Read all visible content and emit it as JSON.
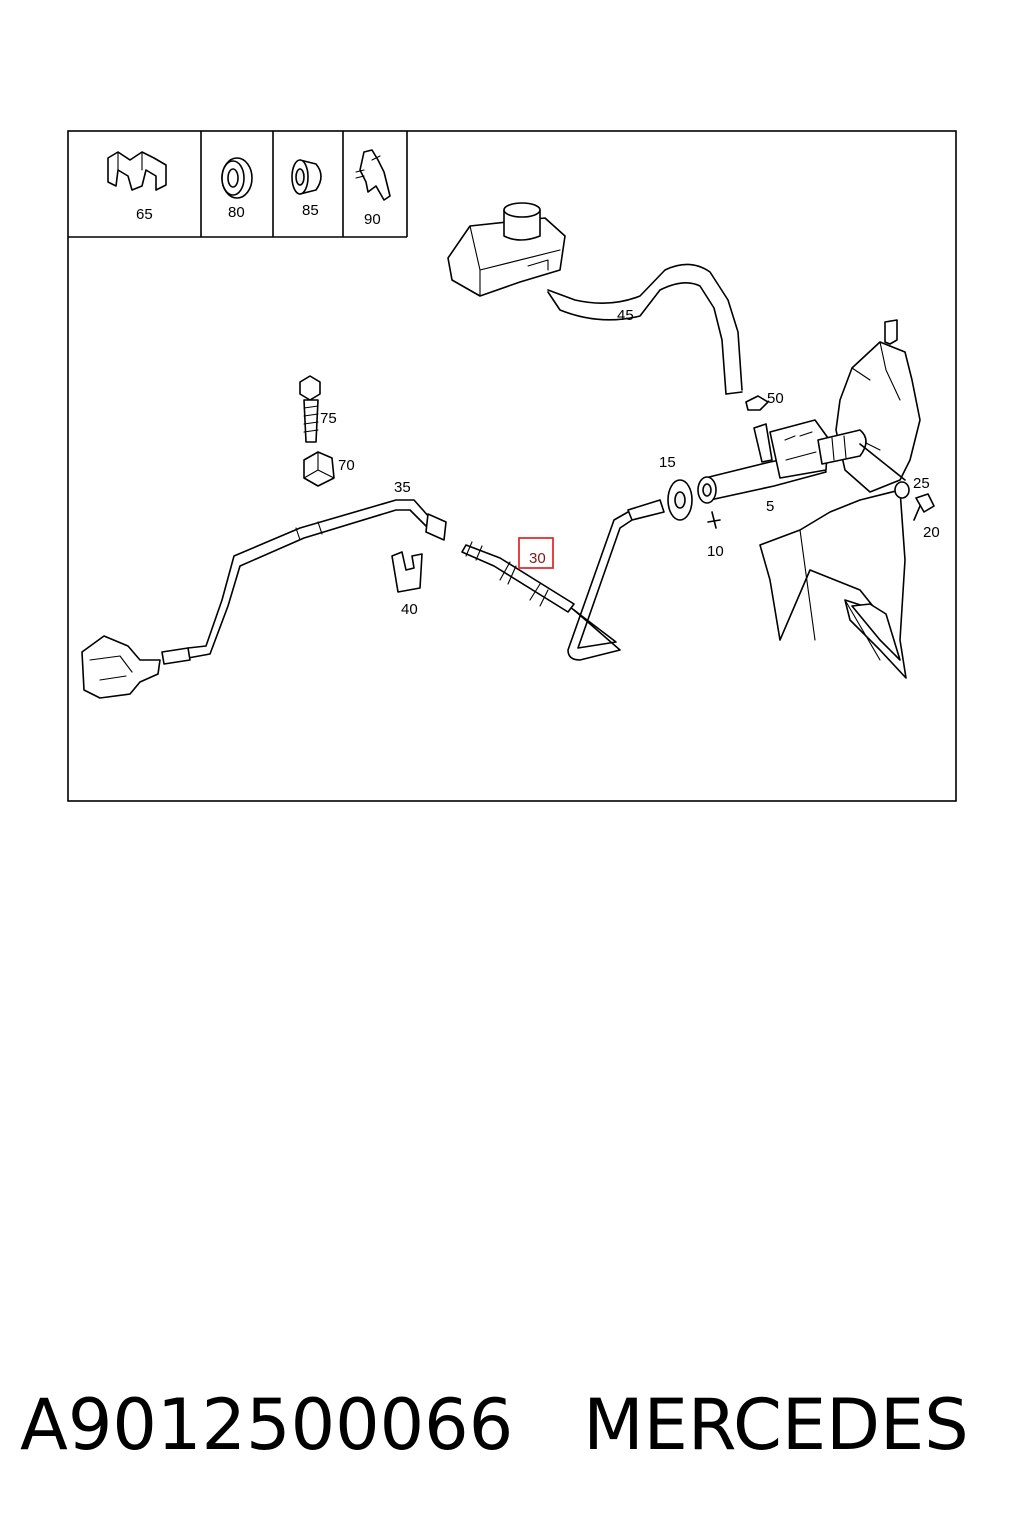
{
  "diagram": {
    "inset_labels": [
      "65",
      "80",
      "85",
      "90"
    ],
    "callouts": {
      "c45": "45",
      "c50": "50",
      "c75": "75",
      "c70": "70",
      "c35": "35",
      "c15": "15",
      "c25": "25",
      "c5": "5",
      "c20": "20",
      "c10": "10",
      "c30": "30",
      "c40": "40"
    },
    "highlighted_callout": "30",
    "highlight_color": "#e03030"
  },
  "footer": {
    "part_number": "A9012500066",
    "brand": "MERCEDES"
  }
}
